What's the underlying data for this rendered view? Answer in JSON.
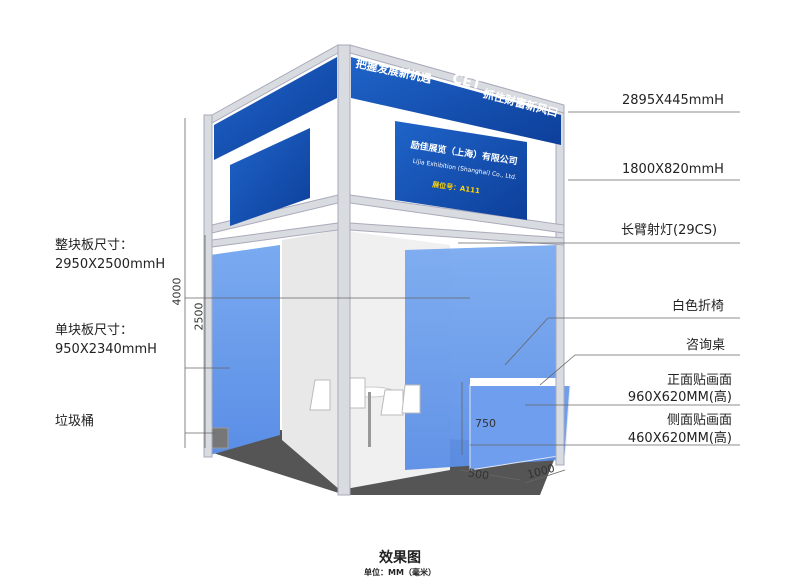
{
  "fascia": {
    "slogan_left": "把握发展新机遇",
    "slogan_right": "抓住财富新风口",
    "logo": "CET"
  },
  "header_board": {
    "company_cn": "励佳展览（上海）有限公司",
    "company_en": "Lijia Exhibition (Shanghai) Co., Ltd.",
    "booth_no": "展位号：A111"
  },
  "labels_right": {
    "fascia_size": "2895X445mmH",
    "header_size": "1800X820mmH",
    "spotlight": "长臂射灯(29CS)",
    "chair": "白色折椅",
    "counter": "咨询桌",
    "front_graphic_title": "正面贴画面",
    "front_graphic_size": "960X620MM(高)",
    "side_graphic_title": "侧面贴画面",
    "side_graphic_size": "460X620MM(高)"
  },
  "labels_left": {
    "whole_panel_title": "整块板尺寸：",
    "whole_panel_size": "2950X2500mmH",
    "single_panel_title": "单块板尺寸：",
    "single_panel_size": "950X2340mmH",
    "trash_bin": "垃圾桶"
  },
  "dimensions": {
    "total_height": "4000",
    "wall_height": "2500",
    "counter_height": "750",
    "counter_depth": "500",
    "counter_width": "1000"
  },
  "caption": {
    "title": "效果图",
    "unit": "单位：MM（毫米）"
  }
}
